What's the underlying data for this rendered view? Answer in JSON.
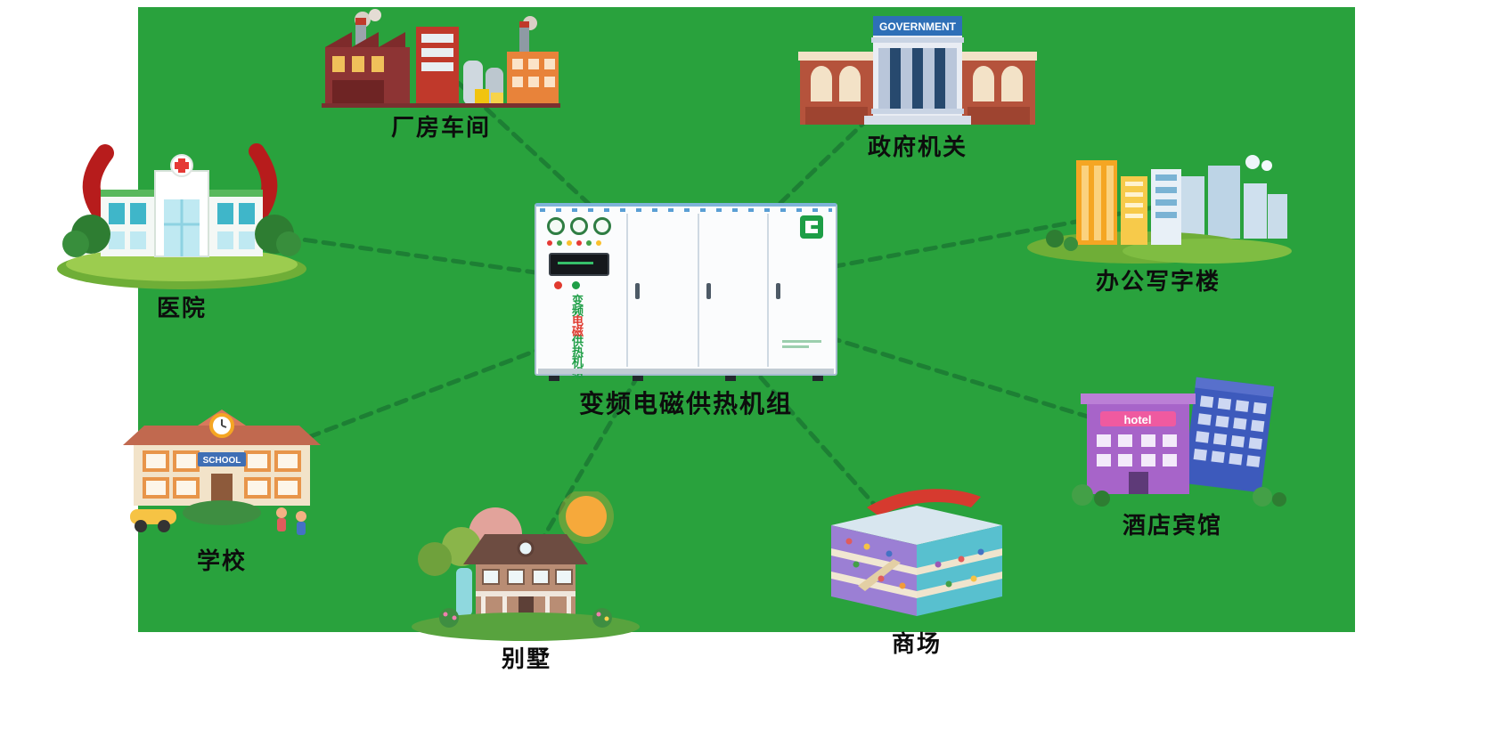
{
  "background": {
    "canvas_color": "#ffffff",
    "panel_color": "#29a23d",
    "connector_color": "#1c7a33"
  },
  "center": {
    "label": "变频电磁供热机组",
    "cabinet_chars": [
      "变",
      "频",
      "电",
      "磁",
      "供",
      "热",
      "机",
      "组"
    ],
    "accent_green": "#1e9e46",
    "accent_red": "#e03a2f"
  },
  "nodes": [
    {
      "id": "factory",
      "label": "厂房车间"
    },
    {
      "id": "government",
      "label": "政府机关",
      "sign": "GOVERNMENT"
    },
    {
      "id": "hospital",
      "label": "医院"
    },
    {
      "id": "office",
      "label": "办公写字楼"
    },
    {
      "id": "hotel",
      "label": "酒店宾馆",
      "sign": "hotel"
    },
    {
      "id": "school",
      "label": "学校",
      "sign": "SCHOOL"
    },
    {
      "id": "house",
      "label": "别墅"
    },
    {
      "id": "mall",
      "label": "商场"
    }
  ]
}
